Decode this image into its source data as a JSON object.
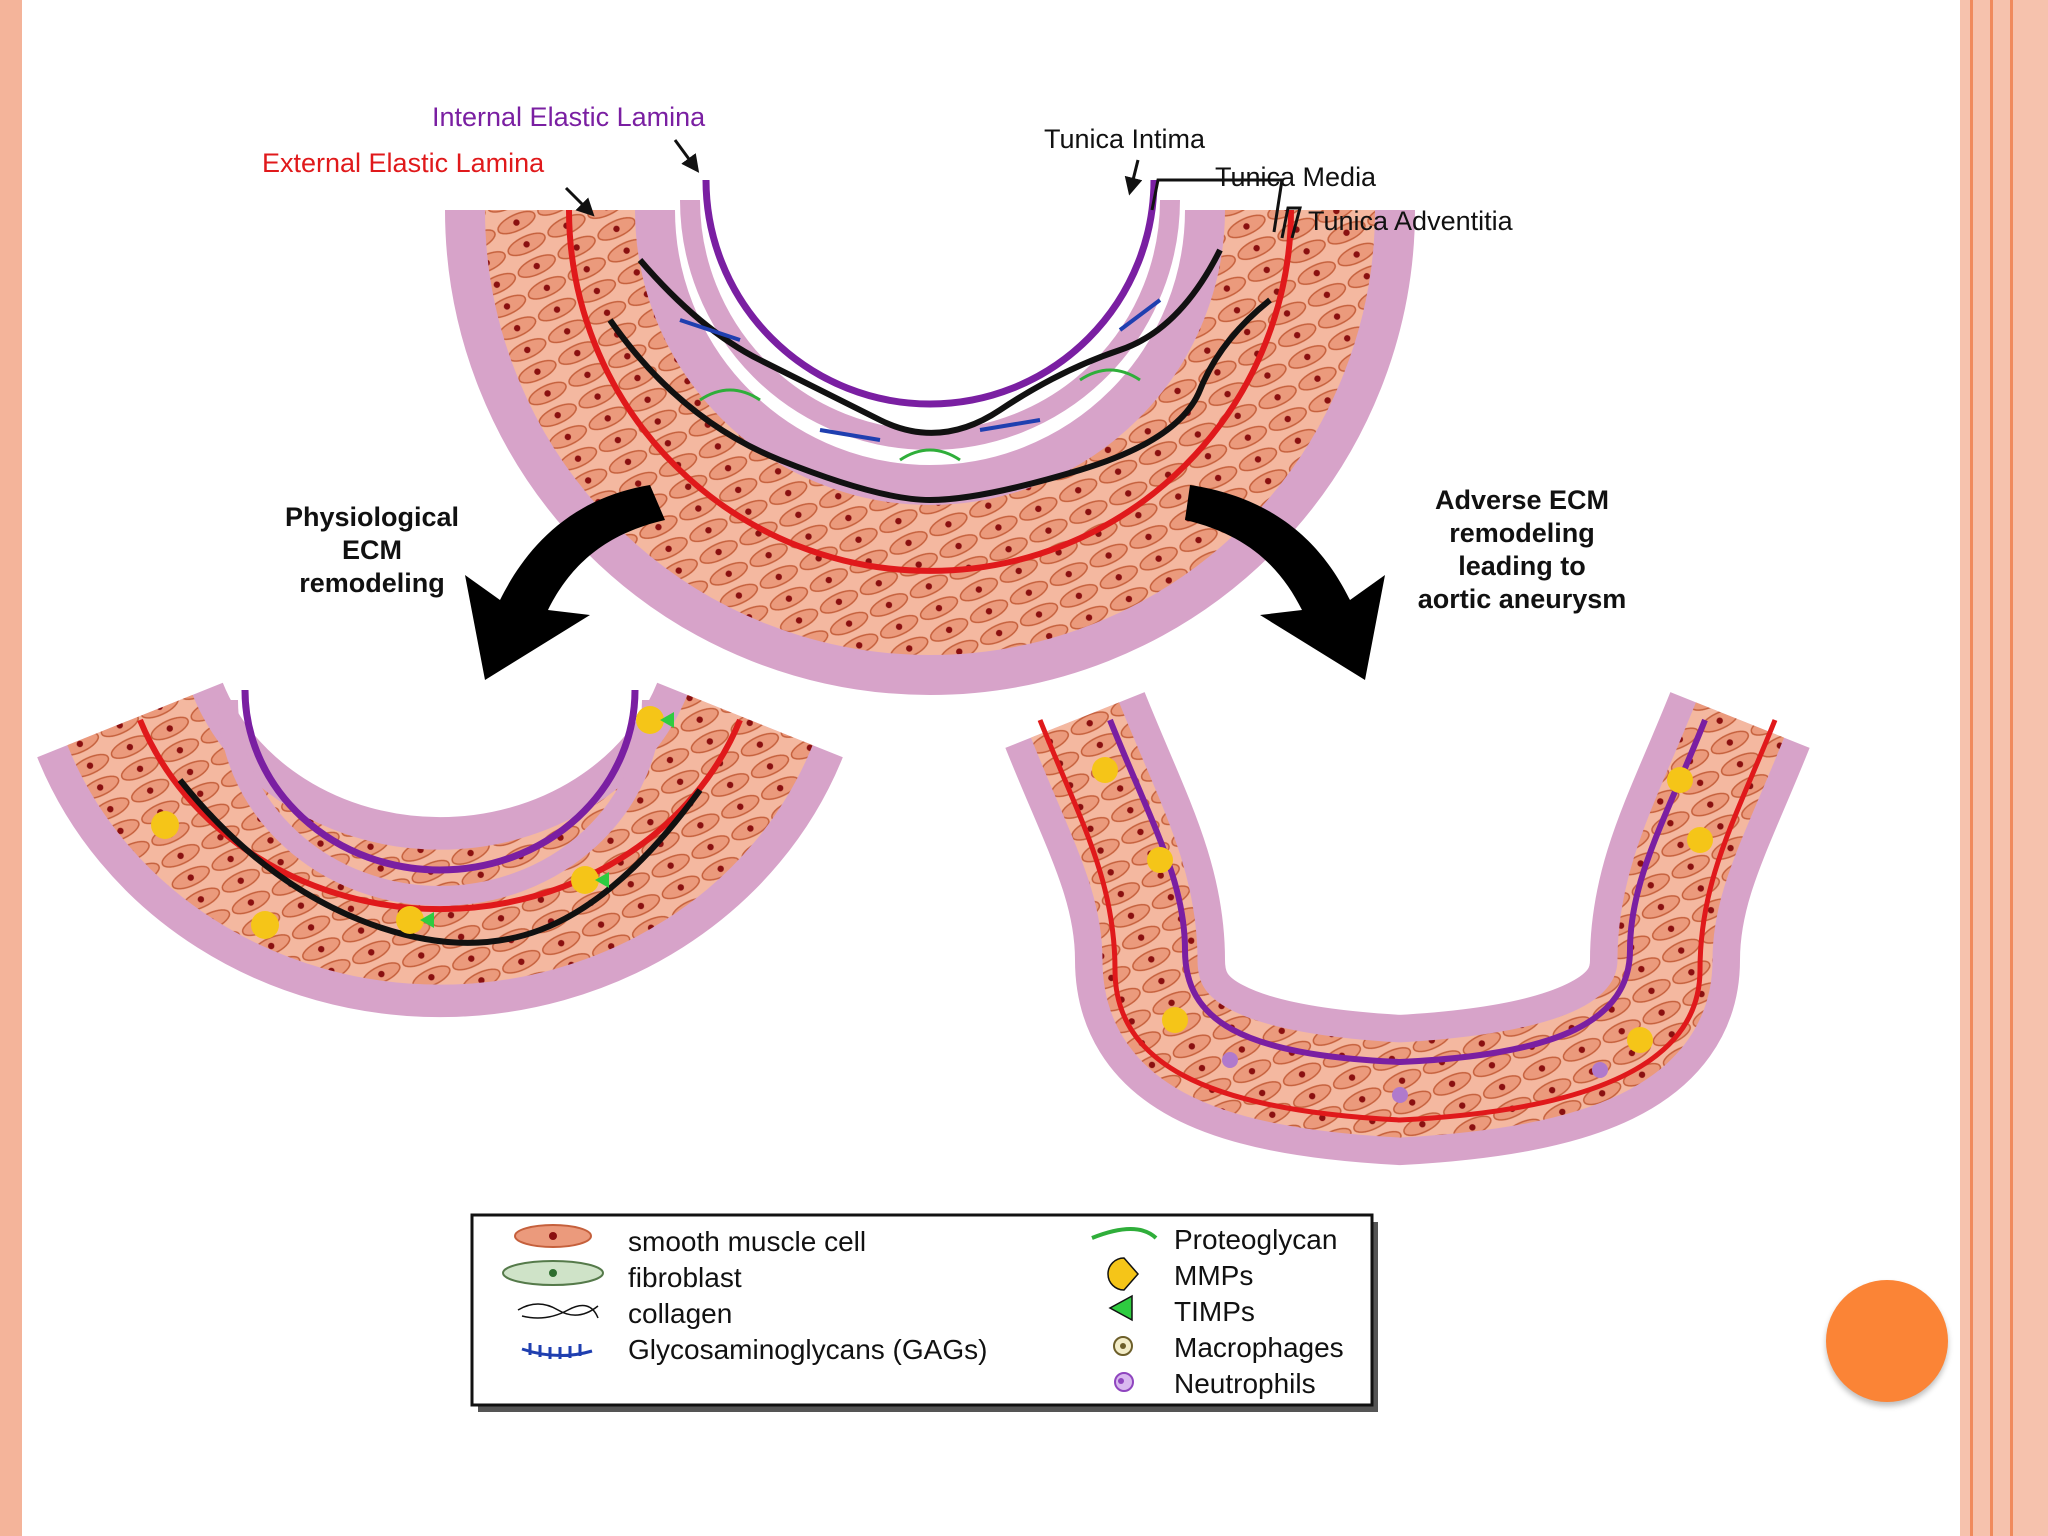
{
  "labels": {
    "internal_elastic_lamina": "Internal Elastic Lamina",
    "external_elastic_lamina": "External Elastic Lamina",
    "tunica_intima": "Tunica Intima",
    "tunica_media": "Tunica Media",
    "tunica_adventitia": "Tunica Adventitia"
  },
  "arrows": {
    "left_caption": [
      "Physiological",
      "ECM",
      "remodeling"
    ],
    "right_caption": [
      "Adverse ECM",
      "remodeling",
      "leading to",
      "aortic aneurysm"
    ]
  },
  "legend": {
    "left_items": [
      {
        "label": "smooth muscle cell",
        "icon": "smooth-muscle-cell-icon"
      },
      {
        "label": "fibroblast",
        "icon": "fibroblast-icon"
      },
      {
        "label": "collagen",
        "icon": "collagen-icon"
      },
      {
        "label": "Glycosaminoglycans (GAGs)",
        "icon": "gag-icon"
      }
    ],
    "right_items": [
      {
        "label": "Proteoglycan",
        "icon": "proteoglycan-icon"
      },
      {
        "label": "MMPs",
        "icon": "mmp-icon"
      },
      {
        "label": "TIMPs",
        "icon": "timp-icon"
      },
      {
        "label": "Macrophages",
        "icon": "macrophage-icon"
      },
      {
        "label": "Neutrophils",
        "icon": "neutrophil-icon"
      }
    ]
  },
  "colors": {
    "internal_lamina": "#7a1fa2",
    "external_lamina": "#e0191b",
    "adventitia": "#d7a3c9",
    "media": "#f3b39b",
    "collagen": "#111111",
    "gag": "#1f3fb0",
    "proteoglycan": "#2fae3a",
    "mmp": "#f5c518",
    "timp": "#2ecc40",
    "accent_dot": "#fb8436"
  }
}
